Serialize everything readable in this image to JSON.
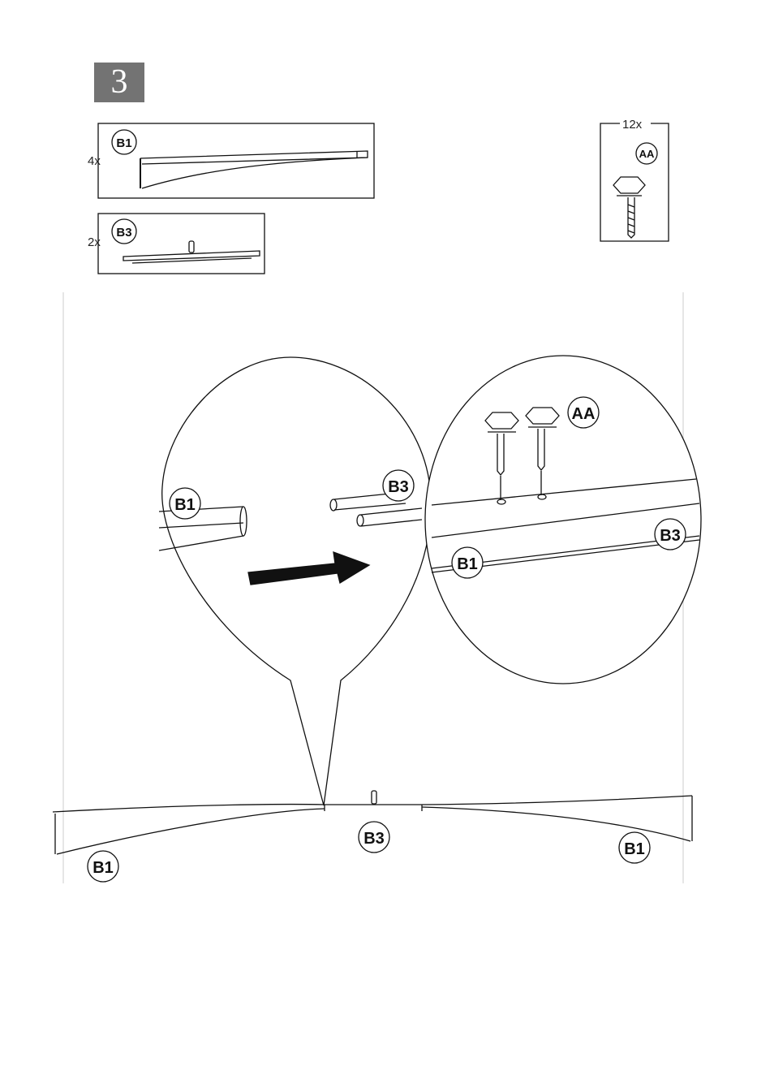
{
  "step": {
    "number": "3"
  },
  "parts": [
    {
      "id": "B1",
      "label": "B1",
      "quantity": "4x"
    },
    {
      "id": "B3",
      "label": "B3",
      "quantity": "2x"
    }
  ],
  "hardware": {
    "label": "AA",
    "quantity": "12x"
  },
  "zoom_left": {
    "part_label_1": "B1",
    "part_label_2": "B3"
  },
  "zoom_right": {
    "screw_label": "AA",
    "part_label_1": "B3",
    "part_label_2": "B1"
  },
  "assembly": {
    "left_label": "B1",
    "center_label": "B3",
    "right_label": "B1"
  },
  "colors": {
    "badge": "#737373",
    "line": "#111111"
  }
}
